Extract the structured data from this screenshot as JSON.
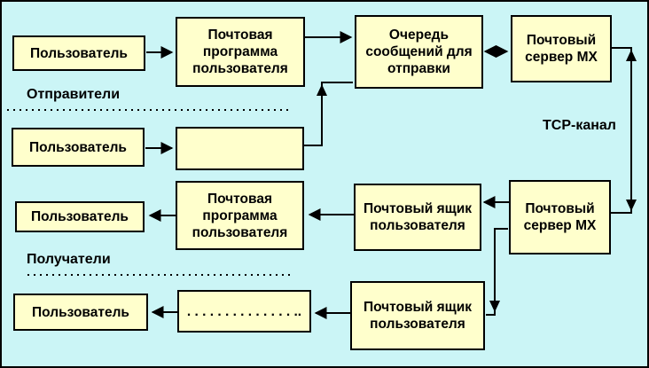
{
  "diagram": {
    "labels": {
      "senders": "Отправители",
      "recipients": "Получатели",
      "tcp_channel": "TCP-канал"
    },
    "nodes": {
      "user_sender_1": {
        "label": "Пользователь"
      },
      "sender_mail_program": {
        "label": "Почтовая программа пользователя"
      },
      "outgoing_queue": {
        "label": "Очередь сообщений для отправки"
      },
      "mx_server_top": {
        "label": "Почтовый сервер MX"
      },
      "user_sender_2": {
        "label": "Пользователь"
      },
      "sender_mail_program_2": {
        "label": ""
      },
      "user_recipient_1": {
        "label": "Пользователь"
      },
      "recipient_mail_program": {
        "label": "Почтовая программа пользователя"
      },
      "mailbox_1": {
        "label": "Почтовый ящик пользователя"
      },
      "mx_server_bottom": {
        "label": "Почтовый сервер MX"
      },
      "user_recipient_2": {
        "label": "Пользователь"
      },
      "mailbox_placeholder": {
        "label": ". . . . . . . . . . . . . . .."
      },
      "mailbox_2": {
        "label": "Почтовый ящик пользователя"
      }
    },
    "edges": [
      {
        "from": "user_sender_1",
        "to": "sender_mail_program",
        "type": "arrow"
      },
      {
        "from": "sender_mail_program",
        "to": "outgoing_queue",
        "type": "arrow"
      },
      {
        "from": "outgoing_queue",
        "to": "mx_server_top",
        "type": "double-arrow"
      },
      {
        "from": "user_sender_2",
        "to": "sender_mail_program_2",
        "type": "arrow"
      },
      {
        "from": "sender_mail_program_2",
        "to": "outgoing_queue",
        "type": "arrow"
      },
      {
        "from": "mx_server_top",
        "to": "mx_server_bottom",
        "type": "double-arrow",
        "label": "TCP-канал"
      },
      {
        "from": "mx_server_bottom",
        "to": "mailbox_1",
        "type": "arrow"
      },
      {
        "from": "mailbox_1",
        "to": "recipient_mail_program",
        "type": "arrow"
      },
      {
        "from": "recipient_mail_program",
        "to": "user_recipient_1",
        "type": "arrow"
      },
      {
        "from": "mx_server_bottom",
        "to": "mailbox_2",
        "type": "arrow"
      },
      {
        "from": "mailbox_2",
        "to": "mailbox_placeholder",
        "type": "arrow"
      },
      {
        "from": "mailbox_placeholder",
        "to": "user_recipient_2",
        "type": "arrow"
      }
    ],
    "colors": {
      "background": "#CBF5F6",
      "box_fill": "#FFFFCC",
      "line": "#000000"
    }
  }
}
